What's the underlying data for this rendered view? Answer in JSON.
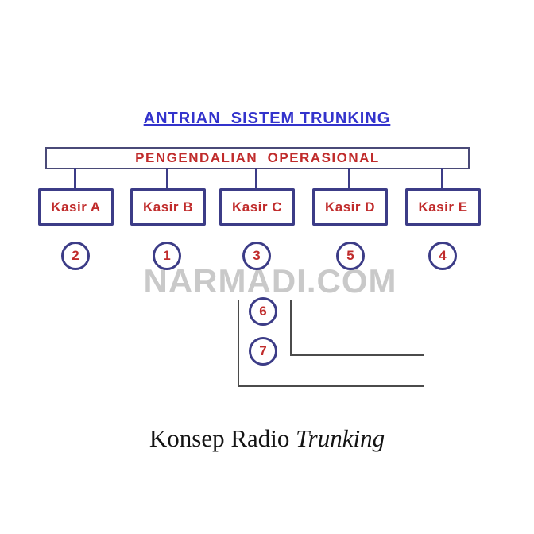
{
  "title": "ANTRIAN  SISTEM TRUNKING",
  "control_box": {
    "label": "PENGENDALIAN  OPERASIONAL"
  },
  "cashiers": [
    {
      "label": "Kasir A",
      "queue_number": "2"
    },
    {
      "label": "Kasir B",
      "queue_number": "1"
    },
    {
      "label": "Kasir C",
      "queue_number": "3"
    },
    {
      "label": "Kasir D",
      "queue_number": "5"
    },
    {
      "label": "Kasir E",
      "queue_number": "4"
    }
  ],
  "waiting_queue": [
    {
      "queue_number": "6"
    },
    {
      "queue_number": "7"
    }
  ],
  "watermark": "NARMADI.COM",
  "caption": {
    "regular": "Konsep Radio ",
    "italic": "Trunking"
  },
  "colors": {
    "title_blue": "#3333cc",
    "accent_red": "#c02b2b",
    "border_navy": "#3c3c87",
    "control_box_border": "#4a4a78",
    "path_line_dark": "#4b4b4b",
    "watermark_gray": "#c9c9c9"
  }
}
